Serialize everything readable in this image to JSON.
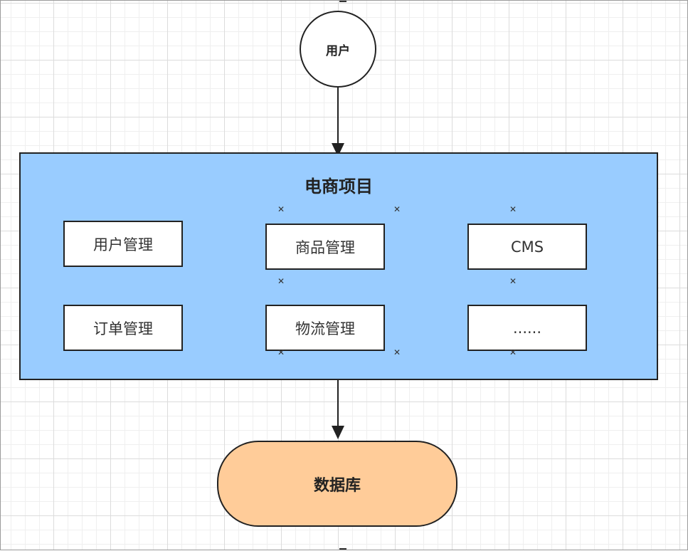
{
  "diagram": {
    "user_node": {
      "label": "用户"
    },
    "container": {
      "title": "电商项目",
      "fill": "#99ccff",
      "modules": [
        {
          "label": "用户管理"
        },
        {
          "label": "商品管理"
        },
        {
          "label": "CMS"
        },
        {
          "label": "订单管理"
        },
        {
          "label": "物流管理"
        },
        {
          "label": "......"
        }
      ]
    },
    "database_node": {
      "label": "数据库",
      "fill": "#ffcc99"
    },
    "edges": [
      {
        "from": "用户",
        "to": "电商项目"
      },
      {
        "from": "电商项目",
        "to": "数据库"
      }
    ],
    "selection_handle_icon": "x-handle-icon"
  }
}
